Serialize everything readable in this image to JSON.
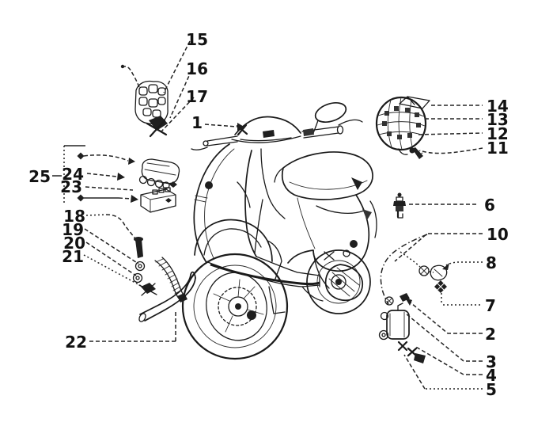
{
  "diagram": {
    "kind": "exploded-parts-diagram",
    "subject": "scooter electrical devices",
    "background_color": "#ffffff",
    "line_color": "#1a1a1a",
    "label_color": "#121212",
    "callouts": [
      {
        "label": "1"
      },
      {
        "label": "2"
      },
      {
        "label": "3"
      },
      {
        "label": "4"
      },
      {
        "label": "5"
      },
      {
        "label": "6"
      },
      {
        "label": "7"
      },
      {
        "label": "8"
      },
      {
        "label": "10"
      },
      {
        "label": "11"
      },
      {
        "label": "12"
      },
      {
        "label": "13"
      },
      {
        "label": "14"
      },
      {
        "label": "15"
      },
      {
        "label": "16"
      },
      {
        "label": "17"
      },
      {
        "label": "18"
      },
      {
        "label": "19"
      },
      {
        "label": "20"
      },
      {
        "label": "21"
      },
      {
        "label": "22"
      },
      {
        "label": "23"
      },
      {
        "label": "24"
      },
      {
        "label": "25"
      }
    ]
  }
}
